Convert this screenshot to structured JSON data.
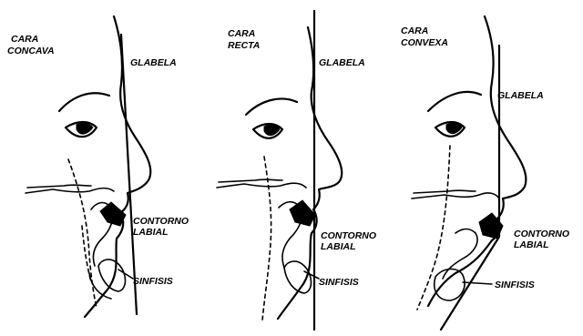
{
  "panels": [
    {
      "title_lines": [
        "CARA",
        "CONCAVA"
      ],
      "glabela": "GLABELA",
      "contorno_lines": [
        "CONTORNO",
        "LABIAL"
      ],
      "sinfisis": "SINFISIS"
    },
    {
      "title_lines": [
        "CARA",
        "RECTA"
      ],
      "glabela": "GLABELA",
      "contorno_lines": [
        "CONTORNO",
        "LABIAL"
      ],
      "sinfisis": "SINFISIS"
    },
    {
      "title_lines": [
        "CARA",
        "CONVEXA"
      ],
      "glabela": "GLABELA",
      "contorno_lines": [
        "CONTORNO",
        "LABIAL"
      ],
      "sinfisis": "SINFISIS"
    }
  ]
}
